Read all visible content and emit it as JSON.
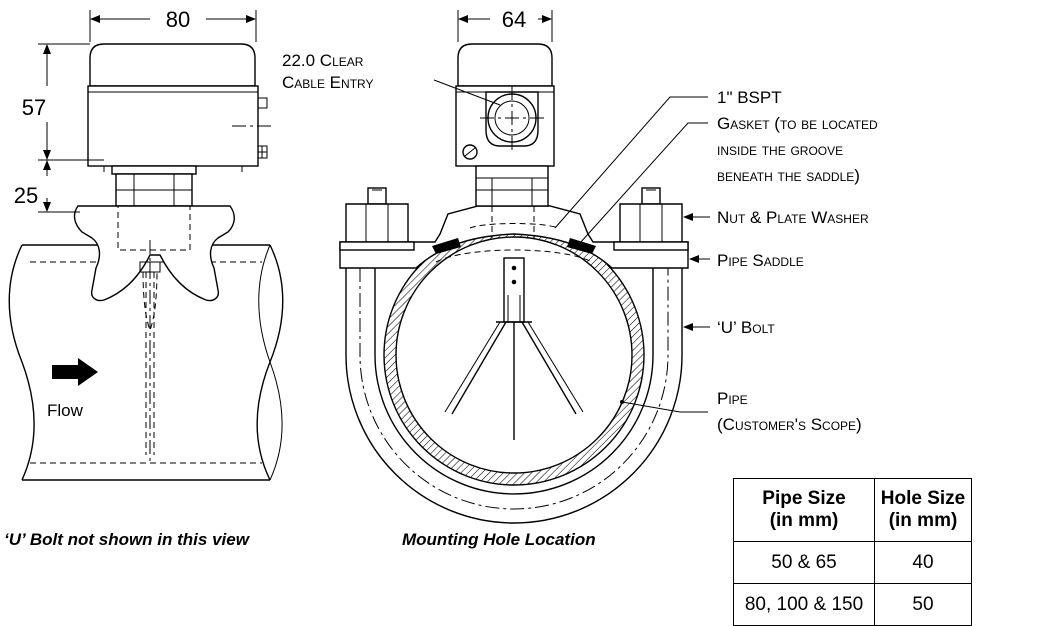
{
  "dimensions": {
    "width_top": "80",
    "width_front": "64",
    "height_head": "57",
    "height_stem": "25"
  },
  "labels": {
    "cable_entry_line1": "22.0 Clear",
    "cable_entry_line2": "Cable Entry",
    "bspt": "1\" BSPT",
    "gasket_line1": "Gasket (to be located",
    "gasket_line2": "inside the groove",
    "gasket_line3": "beneath the saddle)",
    "nut": "Nut & Plate Washer",
    "saddle": "Pipe Saddle",
    "ubolt": "‘U’ Bolt",
    "pipe_line1": "Pipe",
    "pipe_line2": "(Customer's Scope)",
    "flow": "Flow"
  },
  "captions": {
    "side_view": "‘U’ Bolt not shown in this view",
    "front_view": "Mounting Hole Location"
  },
  "table": {
    "headers": [
      {
        "line1": "Pipe Size",
        "line2": "(in mm)"
      },
      {
        "line1": "Hole Size",
        "line2": "(in mm)"
      }
    ],
    "rows": [
      [
        "50 & 65",
        "40"
      ],
      [
        "80, 100 & 150",
        "50"
      ]
    ]
  }
}
